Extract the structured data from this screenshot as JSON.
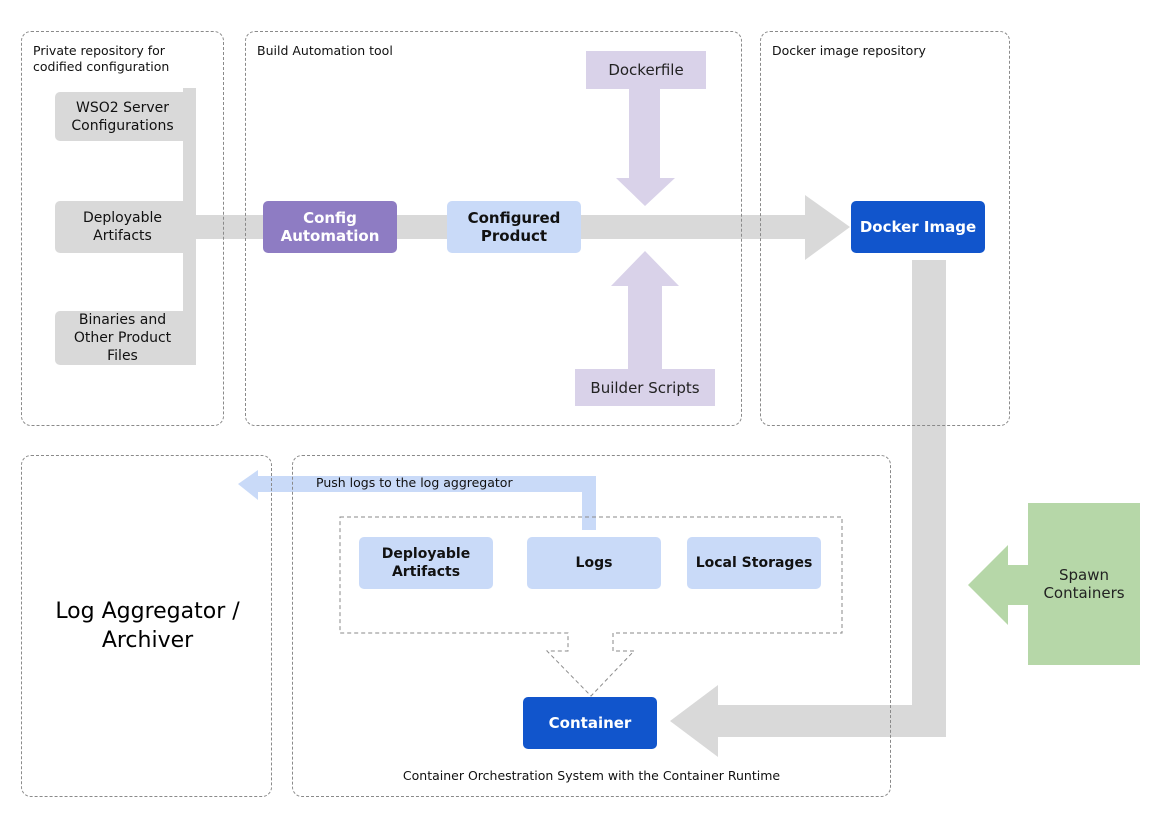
{
  "zones": {
    "private_repo": "Private repository for codified configuration",
    "build_tool": "Build Automation tool",
    "docker_repo": "Docker image repository",
    "orchestration": "Container Orchestration System with the Container Runtime"
  },
  "nodes": {
    "wso2_config": "WSO2 Server Configurations",
    "deployable_artifacts_src": "Deployable Artifacts",
    "binaries": "Binaries and Other Product Files",
    "config_automation": "Config Automation",
    "configured_product": "Configured Product",
    "dockerfile": "Dockerfile",
    "builder_scripts": "Builder Scripts",
    "docker_image": "Docker Image",
    "log_aggregator": "Log Aggregator / Archiver",
    "deployable_artifacts_ctr": "Deployable Artifacts",
    "logs": "Logs",
    "local_storages": "Local Storages",
    "container": "Container",
    "spawn_containers": "Spawn Containers"
  },
  "edges": {
    "push_logs": "Push logs to the log aggregator"
  },
  "colors": {
    "gray_arrow": "#d9d9d9",
    "lavender": "#d9d2e9",
    "purple": "#8e7cc3",
    "light_blue": "#c9daf8",
    "blue": "#1155cc",
    "green": "#b6d7a8",
    "dashed_border": "#8a8a8a"
  }
}
